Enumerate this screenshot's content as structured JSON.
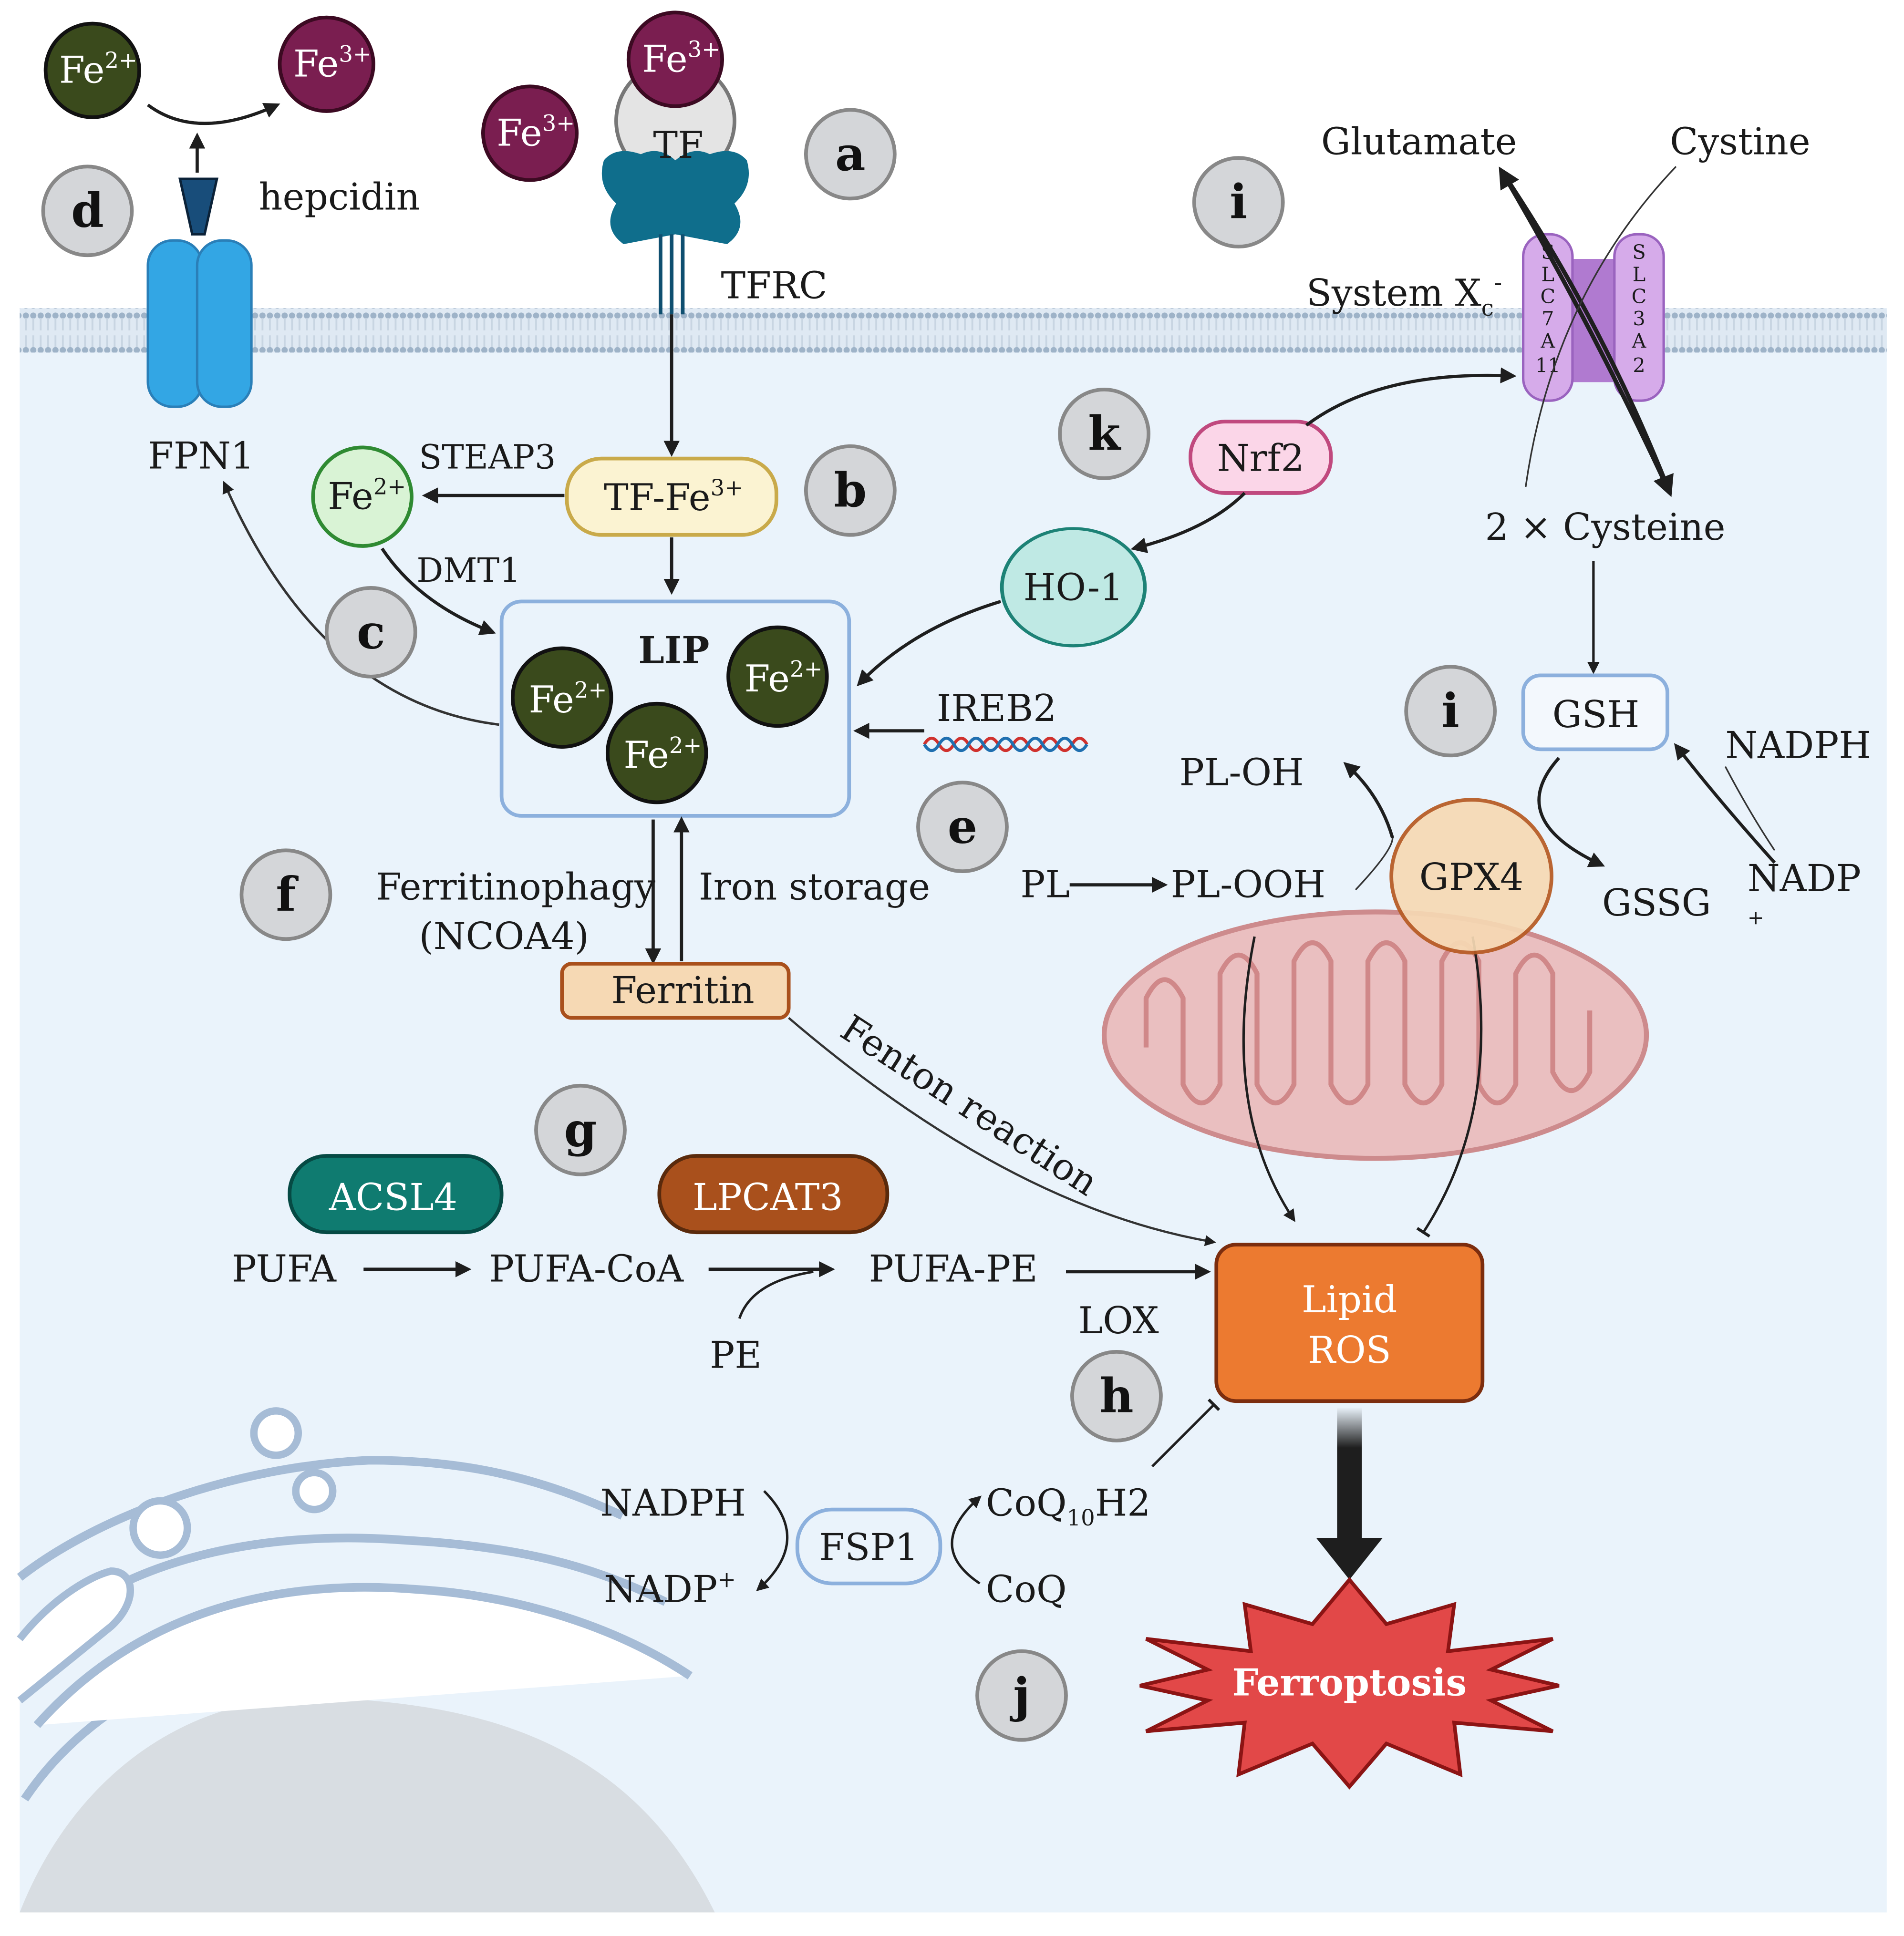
{
  "title": "Ferroptosis regulatory pathways",
  "colors": {
    "cytoplasm": "#eaf3fb",
    "membrane": "#c7d8ea",
    "fe2": "#3a4a1c",
    "fe3": "#7a1e50",
    "lip_box": "#8cb0dd",
    "acsl4": "#0f7b70",
    "lpcat3": "#a9501c",
    "lipid_ros": "#ec7a30",
    "ferroptosis": "#e24848",
    "gpx4": "#f6d9b4",
    "nrf2": "#fbd6e8",
    "ho1": "#bfe9e4",
    "slc": "#c99be0",
    "fpn1": "#33a6e4"
  },
  "badges": [
    "a",
    "b",
    "c",
    "d",
    "e",
    "f",
    "g",
    "h",
    "i",
    "i",
    "j",
    "k"
  ],
  "ions": {
    "fe2_label": "Fe",
    "fe2_charge": "2+",
    "fe3_label": "Fe",
    "fe3_charge": "3+"
  },
  "labels": {
    "hepcidin": "hepcidin",
    "tf": "TF",
    "tfrc": "TFRC",
    "fpn1": "FPN1",
    "steap3": "STEAP3",
    "dmt1": "DMT1",
    "tf_fe3": "TF-Fe",
    "tf_fe3_charge": "3+",
    "lip": "LIP",
    "ireb2": "IREB2",
    "ferritinophagy": "Ferritinophagy",
    "ncoa4": "(NCOA4)",
    "iron_storage": "Iron storage",
    "ferritin": "Ferritin",
    "fenton": "Fenton reaction",
    "acsl4": "ACSL4",
    "lpcat3": "LPCAT3",
    "pufa": "PUFA",
    "pufa_coa": "PUFA-CoA",
    "pufa_pe": "PUFA-PE",
    "pe": "PE",
    "lox": "LOX",
    "lipid": "Lipid",
    "ros": "ROS",
    "ferroptosis": "Ferroptosis",
    "nadph_left": "NADPH",
    "nadp_left": "NADP",
    "nadp_left_charge": "+",
    "fsp1": "FSP1",
    "coq10h2_a": "CoQ",
    "coq10h2_sub": "10",
    "coq10h2_b": "H2",
    "coq": "CoQ",
    "glutamate": "Glutamate",
    "cystine": "Cystine",
    "system_xc": "System X",
    "system_xc_sub": "c",
    "system_xc_sup": "-",
    "slc7a11": [
      "S",
      "L",
      "C",
      "7",
      "A",
      "11"
    ],
    "slc3a2": [
      "S",
      "L",
      "C",
      "3",
      "A",
      "2"
    ],
    "cysteine": "2 × Cysteine",
    "nrf2": "Nrf2",
    "ho1": "HO-1",
    "gsh": "GSH",
    "gssg": "GSSG",
    "nadph_right": "NADPH",
    "nadp_right": "NADP",
    "nadp_right_charge": "+",
    "gpx4": "GPX4",
    "pl": "PL",
    "pl_ooh": "PL-OOH",
    "pl_oh": "PL-OH"
  }
}
